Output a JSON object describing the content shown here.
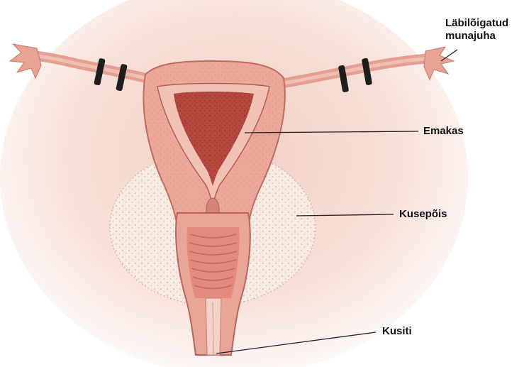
{
  "labels": {
    "tube_line1": "Läbilõigatud",
    "tube_line2": "munajuha",
    "uterus": "Emakas",
    "bladder": "Kusepõis",
    "urethra": "Kusiti"
  },
  "colors": {
    "background": "#fbeae3",
    "tissue": "#e8a89a",
    "tissue_dark": "#c9665b",
    "endometrium": "#b4473e",
    "bladder": "#f4e6dc",
    "clip": "#1e1e1e",
    "leader": "#222222"
  }
}
